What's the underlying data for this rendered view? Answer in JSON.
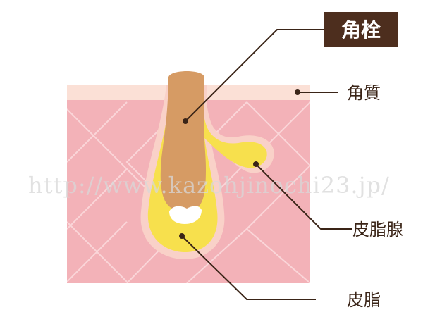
{
  "labels": {
    "plug": "角栓",
    "stratum_corneum": "角質",
    "sebaceous_gland": "皮脂腺",
    "sebum": "皮脂"
  },
  "watermark": "http://www.kazohjinochi23.jp/",
  "colors": {
    "skin": "#f3b2b8",
    "skin_top": "#fbe0d6",
    "lattice": "#fad6d9",
    "pore_outline": "#f9d1c8",
    "sebum": "#f7e04d",
    "plug": "#d69b64",
    "highlight": "#ffffff",
    "leader_line": "#3a2417",
    "label_box": "#4d2e1e"
  }
}
